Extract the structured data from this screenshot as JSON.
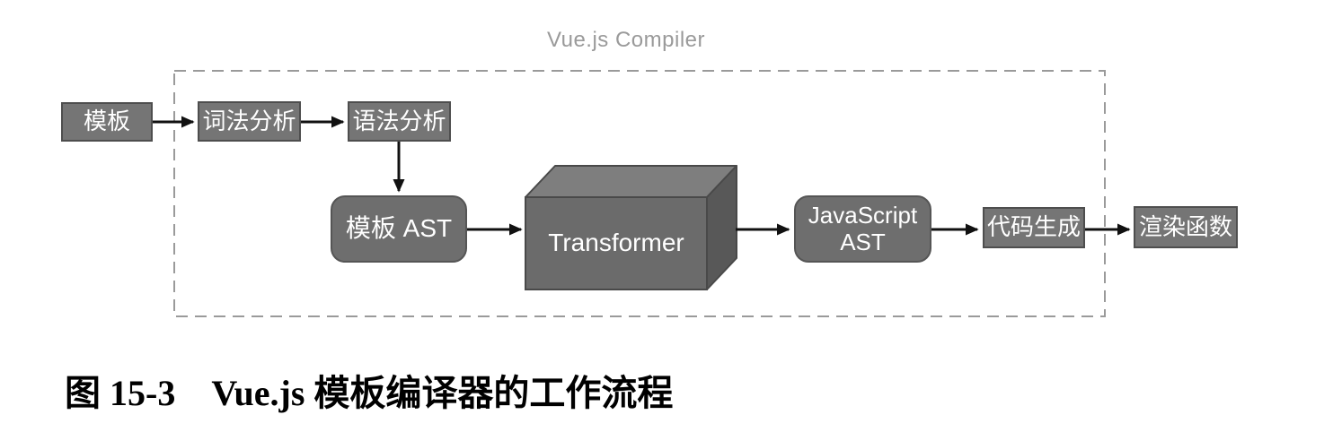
{
  "diagram": {
    "title": "Vue.js Compiler",
    "nodes": {
      "template": "模板",
      "lexical": "词法分析",
      "syntactic": "语法分析",
      "template_ast": "模板 AST",
      "transformer": "Transformer",
      "js_ast_line1": "JavaScript",
      "js_ast_line2": "AST",
      "codegen": "代码生成",
      "render_fn": "渲染函数"
    },
    "colors": {
      "box_fill": "#757575",
      "box_border": "#4e4e4e",
      "rounded_fill": "#6e6e6e",
      "rounded_border": "#555555",
      "cube_front": "#6b6b6b",
      "cube_top": "#7e7e7e",
      "cube_right": "#585858",
      "cube_stroke": "#494949",
      "dashed_border": "#9a9a9a",
      "title_color": "#9a9a9a",
      "arrow": "#111111",
      "label_color": "#ffffff",
      "caption_color": "#000000"
    }
  },
  "caption": {
    "figure_label": "图 15-3",
    "text": "Vue.js 模板编译器的工作流程"
  }
}
